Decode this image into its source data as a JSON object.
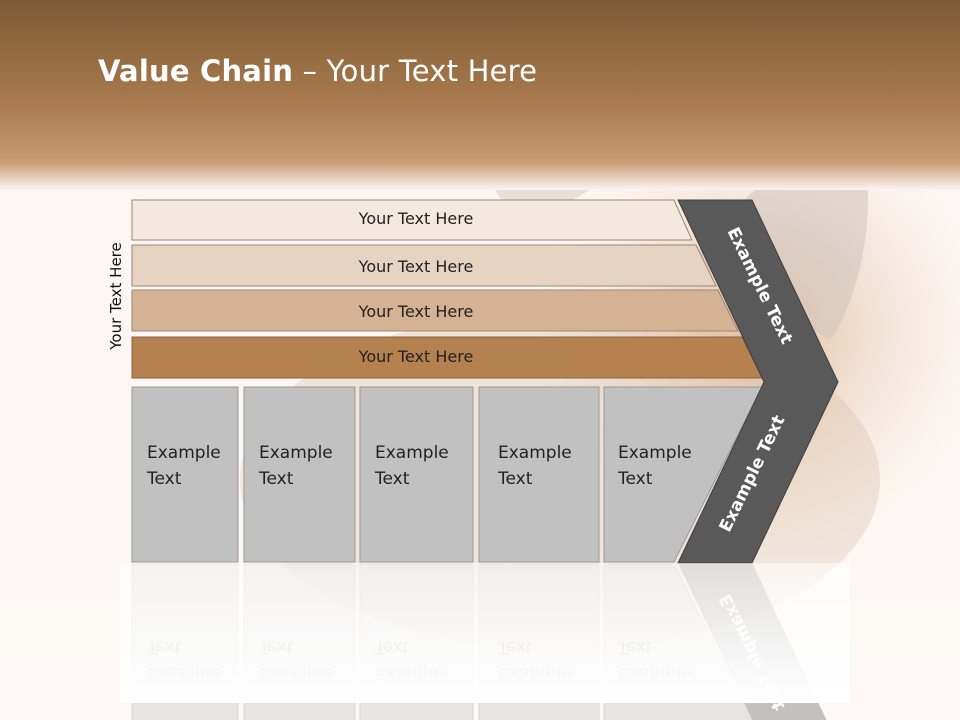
{
  "slide": {
    "title_bold": "Value Chain",
    "title_rest": " – Your Text Here",
    "side_label": "Your Text Here"
  },
  "support_activities": [
    {
      "label": "Your Text Here",
      "color": "#f3e9df"
    },
    {
      "label": "Your Text Here",
      "color": "#e7d3c2"
    },
    {
      "label": "Your Text Here",
      "color": "#d5b294"
    },
    {
      "label": "Your Text Here",
      "color": "#b5814f"
    }
  ],
  "primary_activities": [
    {
      "line1": "Example",
      "line2": "Text"
    },
    {
      "line1": "Example",
      "line2": "Text"
    },
    {
      "line1": "Example",
      "line2": "Text"
    },
    {
      "line1": "Example",
      "line2": "Text"
    },
    {
      "line1": "Example",
      "line2": "Text"
    }
  ],
  "chevron": {
    "upper_label": "Example Text",
    "lower_label": "Example Text",
    "color": "#595959"
  },
  "colors": {
    "header": "#a97849",
    "box_fill": "#c1c1c1",
    "box_stroke": "#9a9a9a"
  }
}
